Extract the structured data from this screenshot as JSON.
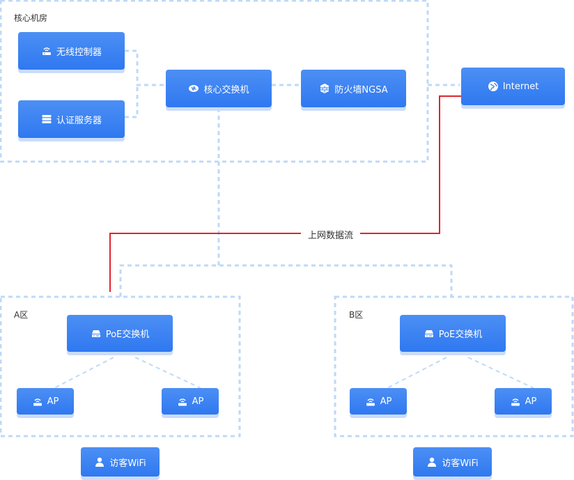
{
  "colors": {
    "node_fill": "#3a82f2",
    "node_shadow": "#c9dcfb",
    "dashed_line": "#bfd9f7",
    "uplink_line": "#e0242e",
    "label_text": "#333333"
  },
  "zones": {
    "core_room": "核心机房",
    "area_a": "A区",
    "area_b": "B区"
  },
  "core": {
    "wireless_controller": {
      "label": "无线控制器",
      "icon": "router-wifi-icon"
    },
    "auth_server": {
      "label": "认证服务器",
      "icon": "server-icon"
    },
    "core_switch": {
      "label": "核心交换机",
      "icon": "switch-icon"
    },
    "firewall": {
      "label": "防火墙NGSA",
      "icon": "firewall-icon"
    }
  },
  "internet": {
    "label": "Internet",
    "icon": "globe-icon"
  },
  "uplink_label": "上网数据流",
  "area_a": {
    "poe_switch": {
      "label": "PoE交换机",
      "icon": "poe-switch-icon"
    },
    "ap_left": {
      "label": "AP",
      "icon": "ap-icon"
    },
    "ap_right": {
      "label": "AP",
      "icon": "ap-icon"
    },
    "guest": {
      "label": "访客WiFi",
      "icon": "user-icon"
    }
  },
  "area_b": {
    "poe_switch": {
      "label": "PoE交换机",
      "icon": "poe-switch-icon"
    },
    "ap_left": {
      "label": "AP",
      "icon": "ap-icon"
    },
    "ap_right": {
      "label": "AP",
      "icon": "ap-icon"
    },
    "guest": {
      "label": "访客WiFi",
      "icon": "user-icon"
    }
  }
}
